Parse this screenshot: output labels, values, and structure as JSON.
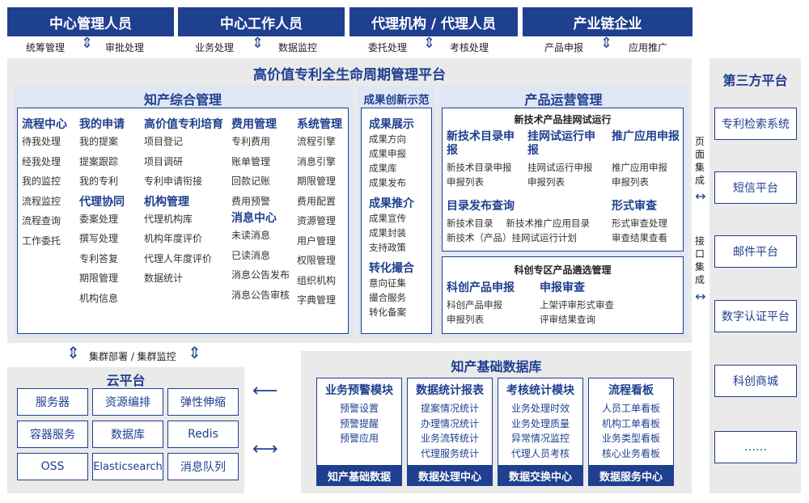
{
  "top_roles": [
    {
      "title": "中心管理人员",
      "left": "统筹管理",
      "right": "审批处理"
    },
    {
      "title": "中心工作人员",
      "left": "业务处理",
      "right": "数据监控"
    },
    {
      "title": "代理机构 / 代理人员",
      "left": "委托处理",
      "right": "考核处理"
    },
    {
      "title": "产业链企业",
      "left": "产品申报",
      "right": "应用推广"
    }
  ],
  "platform_title": "高价值专利全生命周期管理平台",
  "ip_mgmt": {
    "title": "知产综合管理",
    "col1": {
      "title": "流程中心",
      "items": [
        "待我处理",
        "经我处理",
        "我的监控",
        "流程监控",
        "流程查询",
        "工作委托"
      ]
    },
    "col2": {
      "title": "我的申请",
      "items": [
        "我的提案",
        "提案跟踪",
        "我的专利"
      ],
      "title2": "代理协同",
      "items2": [
        "委案处理",
        "撰写处理",
        "专利答复",
        "期限管理",
        "机构信息"
      ]
    },
    "col3": {
      "title": "高价值专利培育",
      "items": [
        "项目登记",
        "项目调研",
        "专利申请衔接"
      ],
      "title2": "机构管理",
      "items2": [
        "代理机构库",
        "机构年度评价",
        "代理人年度评价",
        "数据统计"
      ]
    },
    "col4": {
      "title": "费用管理",
      "items": [
        "专利费用",
        "账单管理",
        "回款记账",
        "费用预警"
      ],
      "title2": "消息中心",
      "items2": [
        "未读消息",
        "已读消息",
        "消息公告发布",
        "消息公告审核"
      ]
    },
    "col5": {
      "title": "系统管理",
      "items": [
        "流程引擎",
        "消息引擎",
        "期限管理",
        "费用配置",
        "资源管理",
        "用户管理",
        "权限管理",
        "组织机构",
        "字典管理"
      ]
    }
  },
  "achievement": {
    "title": "成果创新示范",
    "g1": {
      "title": "成果展示",
      "items": [
        "成果方向",
        "成果申报",
        "成果库",
        "成果发布"
      ]
    },
    "g2": {
      "title": "成果推介",
      "items": [
        "成果宣传",
        "成果封装",
        "支持政策"
      ]
    },
    "g3": {
      "title": "转化撮合",
      "items": [
        "意向征集",
        "撮合服务",
        "转化备案"
      ]
    }
  },
  "product_ops": {
    "title": "产品运营管理",
    "box1": {
      "title": "新技术产品挂网试运行",
      "c1": {
        "title": "新技术目录申报",
        "items": [
          "新技术目录申报",
          "申报列表"
        ]
      },
      "c2": {
        "title": "挂网试运行申报",
        "items": [
          "挂网试运行申报",
          "申报列表"
        ]
      },
      "c3": {
        "title": "推广应用申报",
        "items": [
          "推广应用申报",
          "申报列表"
        ]
      },
      "c4": {
        "title": "目录发布查询",
        "items": [
          "新技术目录",
          "新技术推广应用目录",
          "新技术（产品）挂网试运行计划"
        ]
      },
      "c5": {
        "title": "形式审查",
        "items": [
          "形式审查处理",
          "审查结果查看"
        ]
      }
    },
    "box2": {
      "title": "科创专区产品遴选管理",
      "c1": {
        "title": "科创产品申报",
        "items": [
          "科创产品申报",
          "申报列表"
        ]
      },
      "c2": {
        "title": "申报审查",
        "items": [
          "上架评审形式审查",
          "评审结果查询"
        ]
      }
    }
  },
  "third_party": {
    "title": "第三方平台",
    "items": [
      "专利检索系统",
      "短信平台",
      "邮件平台",
      "数字认证平台",
      "科创商城",
      "……"
    ]
  },
  "integration": {
    "page": "页面集成",
    "api": "接口集成"
  },
  "cluster_label": "集群部署 / 集群监控",
  "cloud": {
    "title": "云平台",
    "items": [
      "服务器",
      "资源编排",
      "弹性伸缩",
      "容器服务",
      "数据库",
      "Redis",
      "OSS",
      "Elasticsearch",
      "消息队列"
    ]
  },
  "database": {
    "title": "知产基础数据库",
    "modules": [
      {
        "title": "业务预警模块",
        "items": [
          "预警设置",
          "预警提醒",
          "预警应用"
        ],
        "footer": "知产基础数据"
      },
      {
        "title": "数据统计报表",
        "items": [
          "提案情况统计",
          "办理情况统计",
          "业务流转统计",
          "代理服务统计"
        ],
        "footer": "数据处理中心"
      },
      {
        "title": "考核统计模块",
        "items": [
          "业务处理时效",
          "业务处理质量",
          "异常情况监控",
          "代理人员考核"
        ],
        "footer": "数据交换中心"
      },
      {
        "title": "流程看板",
        "items": [
          "人员工单看板",
          "机构工单看板",
          "业务类型看板",
          "核心业务看板"
        ],
        "footer": "数据服务中心"
      }
    ]
  },
  "colors": {
    "primary": "#1f3f8f",
    "panel_gray": "#eaeaea",
    "panel_light_blue": "#dfe6f4"
  }
}
